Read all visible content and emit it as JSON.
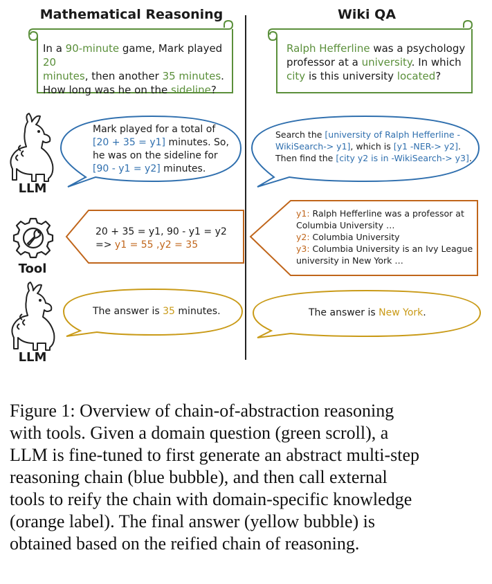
{
  "columns": {
    "left_title": "Mathematical Reasoning",
    "right_title": "Wiki QA"
  },
  "roles": {
    "llm_top": "LLM",
    "tool": "Tool",
    "llm_bottom": "LLM"
  },
  "math": {
    "question": {
      "l1a": "In a ",
      "l1b": "90-minute",
      "l1c": " game, Mark played ",
      "l1d": "20",
      "l2a": "minutes",
      "l2b": ", then another ",
      "l2c": "35 minutes",
      "l2d": ".",
      "l3a": "How long was he on the ",
      "l3b": "sideline",
      "l3c": "?"
    },
    "chain": {
      "l1": "Mark played for a total of",
      "l2a": "[20 + 35 = y1]",
      "l2b": " minutes. So,",
      "l3": "he was on the sideline for",
      "l4a": "[90 - y1 = y2]",
      "l4b": " minutes."
    },
    "tool": {
      "l1": "20 + 35 = y1, 90 - y1 = y2",
      "l2a": "=> ",
      "l2b": "y1 = 55 ,y2 = 35"
    },
    "answer": {
      "a": "The answer is ",
      "b": "35",
      "c": " minutes."
    }
  },
  "wiki": {
    "question": {
      "l1a": "Ralph Hefferline",
      "l1b": " was a psychology",
      "l2a": "professor at a ",
      "l2b": "university",
      "l2c": ". In which",
      "l3a": "city",
      "l3b": " is this university ",
      "l3c": "located",
      "l3d": "?"
    },
    "chain": {
      "l1a": "Search the ",
      "l1b": "[university of Ralph Hefferline -",
      "l2a": "WikiSearch-> y1]",
      "l2b": ", which is ",
      "l2c": "[y1 -NER-> y2]",
      "l2d": ".",
      "l3a": "Then find the ",
      "l3b": "[city y2 is in -WikiSearch-> y3]",
      "l3c": "."
    },
    "tool": {
      "y1_label": "y1:",
      "y1_text": " Ralph Hefferline was a professor at",
      "y1_cont": "Columbia University …",
      "y2_label": "y2:",
      "y2_text": " Columbia University",
      "y3_label": "y3:",
      "y3_text": " Columbia University is an Ivy League",
      "y3_cont": "university in New York …"
    },
    "answer": {
      "a": "The answer is ",
      "b": "New York",
      "c": "."
    }
  },
  "caption": {
    "l1": "Figure 1: Overview of chain-of-abstraction reasoning",
    "l2": "with tools.  Given a domain question (green scroll), a",
    "l3": "LLM is fine-tuned to first generate an abstract multi-step",
    "l4": "reasoning chain (blue bubble), and then call external",
    "l5": "tools to reify the chain with domain-specific knowledge",
    "l6": "(orange label).  The final answer (yellow bubble) is",
    "l7": "obtained based on the reified chain of reasoning."
  },
  "colors": {
    "green": "#5a8f3a",
    "blue": "#2f6fae",
    "orange": "#c0651a",
    "yellow": "#c99a17"
  },
  "icons": [
    "alpaca-icon",
    "gear-wrench-icon"
  ]
}
